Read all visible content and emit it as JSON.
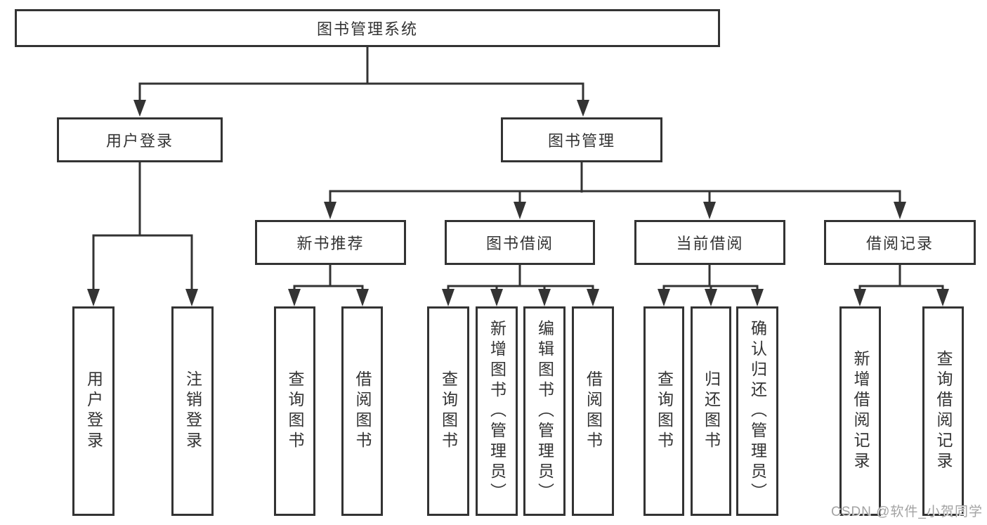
{
  "tree": {
    "label": "图书管理系统",
    "children": [
      {
        "label": "用户登录",
        "children": [
          {
            "label": "用户登录"
          },
          {
            "label": "注销登录"
          }
        ]
      },
      {
        "label": "图书管理",
        "children": [
          {
            "label": "新书推荐",
            "children": [
              {
                "label": "查询图书"
              },
              {
                "label": "借阅图书"
              }
            ]
          },
          {
            "label": "图书借阅",
            "children": [
              {
                "label": "查询图书"
              },
              {
                "label": "新增图书（管理员）"
              },
              {
                "label": "编辑图书（管理员）"
              },
              {
                "label": "借阅图书"
              }
            ]
          },
          {
            "label": "当前借阅",
            "children": [
              {
                "label": "查询图书"
              },
              {
                "label": "归还图书"
              },
              {
                "label": "确认归还（管理员）"
              }
            ]
          },
          {
            "label": "借阅记录",
            "children": [
              {
                "label": "新增借阅记录"
              },
              {
                "label": "查询借阅记录"
              }
            ]
          }
        ]
      }
    ]
  },
  "watermark": {
    "text": "CSDN @软件_小贺同学"
  },
  "colors": {
    "line": "#333333",
    "box_border": "#333333",
    "text": "#333333",
    "background": "#ffffff",
    "watermark": "#a3a3a3"
  }
}
